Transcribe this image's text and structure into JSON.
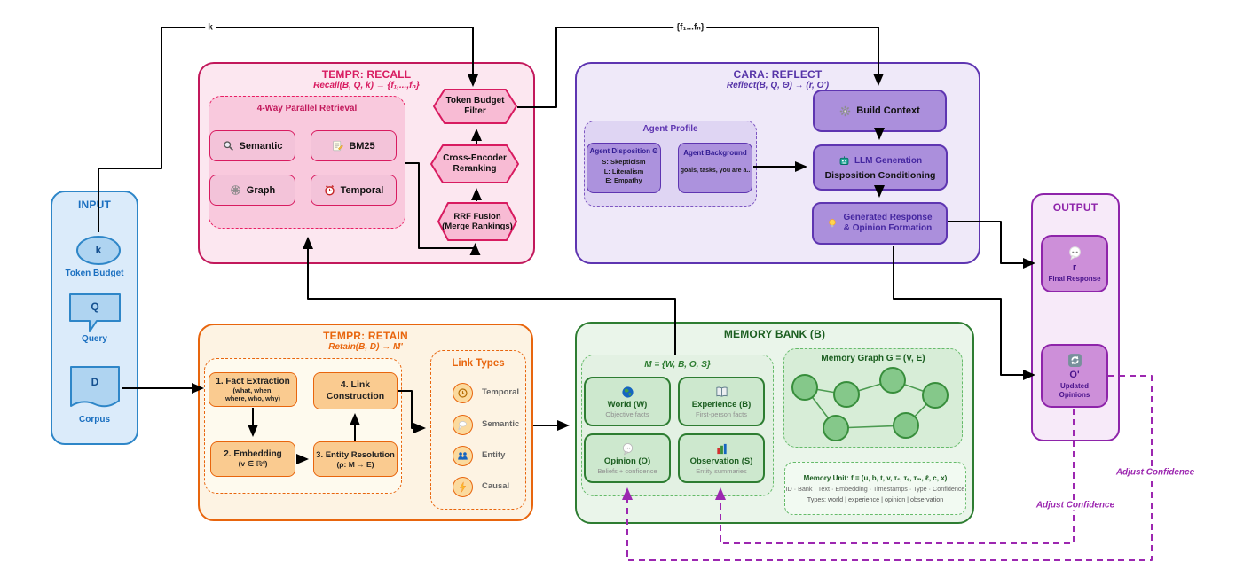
{
  "labels": {
    "k_edge": "k",
    "facts_edge": "{f₁...fₙ}",
    "adjust_confidence_left": "Adjust Confidence",
    "adjust_confidence_right": "Adjust Confidence"
  },
  "input": {
    "title": "INPUT",
    "items": [
      {
        "symbol": "k",
        "label": "Token Budget",
        "shape": "ellipse"
      },
      {
        "symbol": "Q",
        "label": "Query",
        "shape": "callout"
      },
      {
        "symbol": "D",
        "label": "Corpus",
        "shape": "document"
      }
    ]
  },
  "recall": {
    "title": "TEMPR: RECALL",
    "subtitle": "Recall(B, Q, k) → {f₁,...,fₙ}",
    "group_title": "4-Way Parallel Retrieval",
    "methods": [
      {
        "icon": "search-icon",
        "label": "Semantic"
      },
      {
        "icon": "memo-icon",
        "label": "BM25"
      },
      {
        "icon": "web-icon",
        "label": "Graph"
      },
      {
        "icon": "alarm-icon",
        "label": "Temporal"
      }
    ],
    "stages": [
      {
        "label": "Token Budget\nFilter"
      },
      {
        "label": "Cross-Encoder\nReranking"
      },
      {
        "label": "RRF Fusion\n(Merge Rankings)"
      }
    ]
  },
  "reflect": {
    "title": "CARA: REFLECT",
    "subtitle": "Reflect(B, Q, Θ) → (r, O')",
    "agent_profile": {
      "title": "Agent Profile",
      "disposition": {
        "title": "Agent Disposition Θ",
        "lines": "S: Skepticism\nL: Literalism\nE: Empathy"
      },
      "background": {
        "title": "Agent Background",
        "text": "goals, tasks, you are a.."
      }
    },
    "steps": [
      {
        "icon": "gear-icon",
        "label": "Build Context"
      },
      {
        "icon": "robot-icon",
        "heading": "LLM Generation",
        "label": "Disposition Conditioning"
      },
      {
        "icon": "bulb-icon",
        "label": "Generated Response\n& Opinion Formation"
      }
    ]
  },
  "retain": {
    "title": "TEMPR: RETAIN",
    "subtitle": "Retain(B, D) → M'",
    "steps": [
      {
        "title": "1. Fact Extraction",
        "sub": "(what, when,\nwhere, who, why)"
      },
      {
        "title": "2. Embedding",
        "sub": "(v ∈ ℝᵈ)"
      },
      {
        "title": "3. Entity Resolution",
        "sub": "(ρ: M → E)"
      },
      {
        "title": "4. Link\nConstruction",
        "sub": ""
      }
    ],
    "link_types": {
      "title": "Link Types",
      "items": [
        {
          "icon": "clock-icon",
          "label": "Temporal"
        },
        {
          "icon": "thought-icon",
          "label": "Semantic"
        },
        {
          "icon": "people-icon",
          "label": "Entity"
        },
        {
          "icon": "bolt-icon",
          "label": "Causal"
        }
      ]
    }
  },
  "memory": {
    "title": "MEMORY BANK (B)",
    "set_label": "M = {W, B, O, S}",
    "cards": [
      {
        "icon": "globe-icon",
        "title": "World (W)",
        "sub": "Objective facts"
      },
      {
        "icon": "book-icon",
        "title": "Experience (B)",
        "sub": "First-person facts"
      },
      {
        "icon": "speech-icon",
        "title": "Opinion (O)",
        "sub": "Beliefs + confidence"
      },
      {
        "icon": "chart-icon",
        "title": "Observation (S)",
        "sub": "Entity summaries"
      }
    ],
    "graph": {
      "title": "Memory Graph G = (V, E)",
      "node_count": 6
    },
    "unit": {
      "line1": "Memory Unit: f = (u, b, t, v, τₛ, τₑ, τₘ, ℓ, c, x)",
      "line2": "ID · Bank · Text · Embedding · Timestamps · Type · Confidence",
      "line3": "Types: world | experience | opinion | observation"
    }
  },
  "output": {
    "title": "OUTPUT",
    "cards": [
      {
        "icon": "speech-icon",
        "symbol": "r",
        "label": "Final Response"
      },
      {
        "icon": "refresh-icon",
        "symbol": "O'",
        "label": "Updated\nOpinions"
      }
    ]
  },
  "colors": {
    "input": "#2E86C8",
    "recall": "#D81B60",
    "retain": "#E8650D",
    "reflect": "#5E35B1",
    "memory": "#2E7D32",
    "output": "#8E24AA",
    "confidence": "#9C27B0"
  }
}
